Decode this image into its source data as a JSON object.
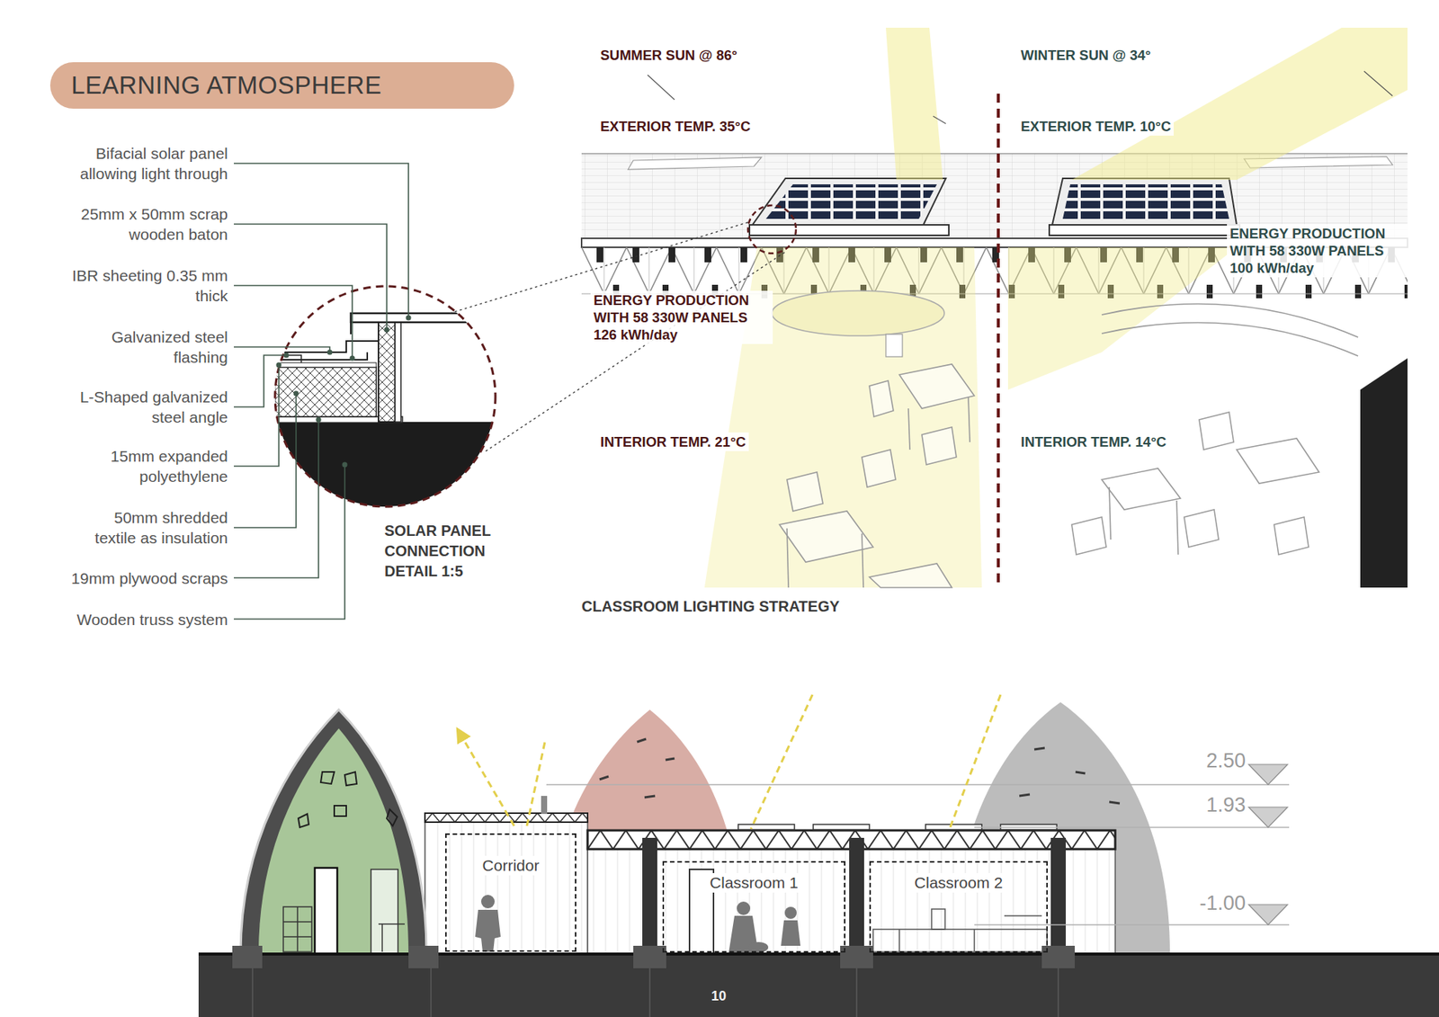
{
  "diagram": {
    "title": "LEARNING ATMOSPHERE",
    "nodes": [
      {
        "text": [
          "Corridor"
        ]
      },
      {
        "text": [
          "Classroom 1"
        ]
      },
      {
        "text": [
          "Classroom 2"
        ]
      }
    ],
    "labels": [
      "Bifacial solar panel allowing light through",
      "25mm x 50mm scrap wooden baton",
      "IBR sheeting 0.35 mm thick",
      "Galvanized steel flashing",
      "L-Shaped galvanized steel angle",
      "15mm expanded polyethylene",
      "50mm shredded textile as insulation",
      "19mm plywood scraps",
      "Wooden truss system",
      "SOLAR PANEL CONNECTION DETAIL 1:5",
      "SUMMER SUN @ 86°",
      "WINTER SUN @ 34°",
      "EXTERIOR TEMP. 35°C",
      "EXTERIOR TEMP. 10°C",
      "ENERGY PRODUCTION WITH 58 330W PANELS 126 kWh/day",
      "ENERGY PRODUCTION WITH 58 330W PANELS 100 kWh/day",
      "INTERIOR TEMP. 21°C",
      "INTERIOR TEMP. 14°C",
      "CLASSROOM LIGHTING STRATEGY",
      "2.50",
      "1.93",
      "-1.00",
      "10"
    ]
  }
}
